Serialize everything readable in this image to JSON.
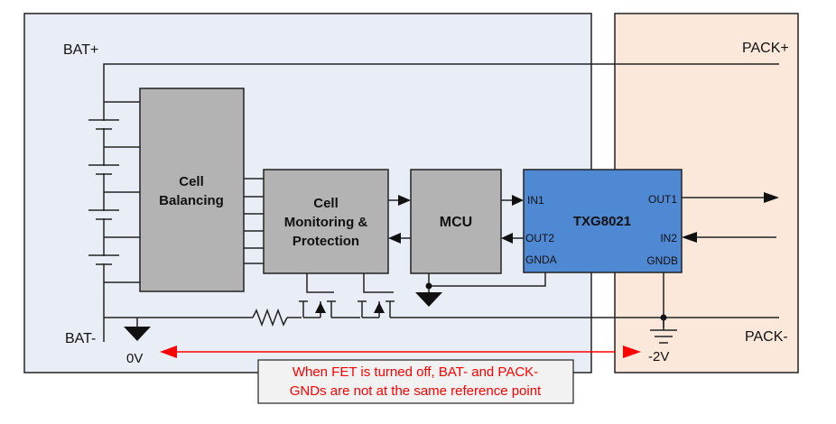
{
  "labels": {
    "bat_plus": "BAT+",
    "bat_minus": "BAT-",
    "pack_plus": "PACK+",
    "pack_minus": "PACK-",
    "zero_v": "0V",
    "minus_two_v": "-2V"
  },
  "blocks": {
    "cell_balancing": [
      "Cell",
      "Balancing"
    ],
    "cell_monitoring": [
      "Cell",
      "Monitoring &",
      "Protection"
    ],
    "mcu": "MCU",
    "isolator": {
      "name": "TXG8021",
      "pins": {
        "in1": "IN1",
        "out2": "OUT2",
        "gnda": "GNDA",
        "out1": "OUT1",
        "in2": "IN2",
        "gndb": "GNDB"
      }
    }
  },
  "note": {
    "line1": "When FET is turned off, BAT- and PACK-",
    "line2": "GNDs are not at the same reference point"
  },
  "colors": {
    "battery_side_bg": "#e9eef6",
    "pack_side_bg": "#fbe8da",
    "block_gray": "#b3b3b3",
    "isolator_blue": "#4f88d3",
    "note_red": "#ff0000"
  }
}
